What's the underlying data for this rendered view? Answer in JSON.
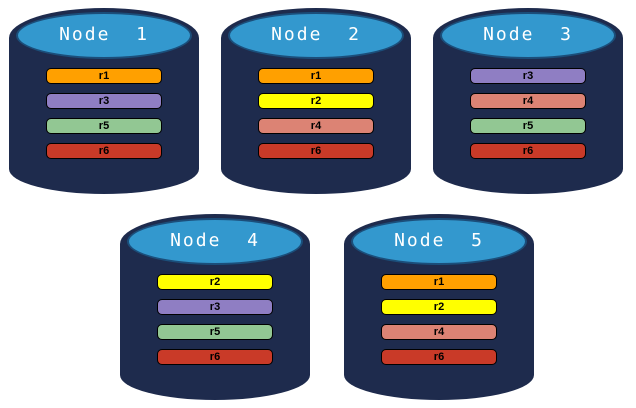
{
  "colors": {
    "background": "#FFFFFF",
    "cylinder_body": "#1E2B4D",
    "cylinder_top_fill": "#3398CE",
    "cylinder_top_border": "#1B4E7A",
    "bar_border": "#000000",
    "bar_text": "#000000",
    "title_text": "#FFFFFF"
  },
  "replica_colors": {
    "r1": "#FFA000",
    "r2": "#FFFF00",
    "r3": "#8F7EC3",
    "r4": "#DC8374",
    "r5": "#92C793",
    "r6": "#C93A28"
  },
  "nodes": [
    {
      "label": "Node  1",
      "replicas": [
        "r1",
        "r3",
        "r5",
        "r6"
      ]
    },
    {
      "label": "Node  2",
      "replicas": [
        "r1",
        "r2",
        "r4",
        "r6"
      ]
    },
    {
      "label": "Node  3",
      "replicas": [
        "r3",
        "r4",
        "r5",
        "r6"
      ]
    },
    {
      "label": "Node  4",
      "replicas": [
        "r2",
        "r3",
        "r5",
        "r6"
      ]
    },
    {
      "label": "Node  5",
      "replicas": [
        "r1",
        "r2",
        "r4",
        "r6"
      ]
    }
  ]
}
